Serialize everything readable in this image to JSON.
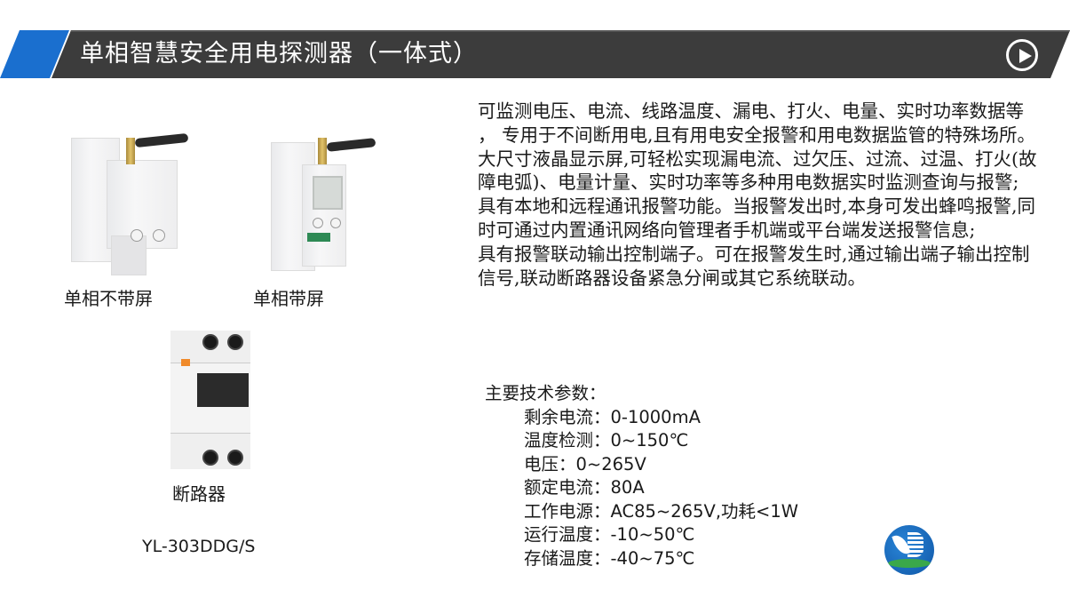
{
  "header": {
    "title": "单相智慧安全用电探测器（一体式）",
    "play_icon": "play-circle-icon",
    "accent_color": "#1a6fcf",
    "bar_color": "#3c3c3c"
  },
  "products": [
    {
      "label": "单相不带屏"
    },
    {
      "label": "单相带屏"
    },
    {
      "label": "断路器"
    }
  ],
  "model": "YL-303DDG/S",
  "description": [
    "可监测电压、电流、线路温度、漏电、打火、电量、实时功率数据等 ， 专用于不间断用电,且有用电安全报警和用电数据监管的特殊场所。",
    "大尺寸液晶显示屏,可轻松实现漏电流、过欠压、过流、过温、打火(故障电弧)、电量计量、实时功率等多种用电数据实时监测查询与报警;",
    "具有本地和远程通讯报警功能。当报警发出时,本身可发出蜂鸣报警,同时可通过内置通讯网络向管理者手机端或平台端发送报警信息;",
    "具有报警联动输出控制端子。可在报警发生时,通过输出端子输出控制信号,联动断路器设备紧急分闸或其它系统联动。"
  ],
  "params": {
    "heading": "主要技术参数：",
    "items": [
      "剩余电流：0-1000mA",
      "温度检测：0~150℃",
      "电压：0~265V",
      "额定电流：80A",
      "工作电源：AC85~265V,功耗<1W",
      "运行温度：-10~50℃",
      "存储温度：-40~75℃"
    ]
  },
  "logo": {
    "icon": "company-logo-icon"
  }
}
